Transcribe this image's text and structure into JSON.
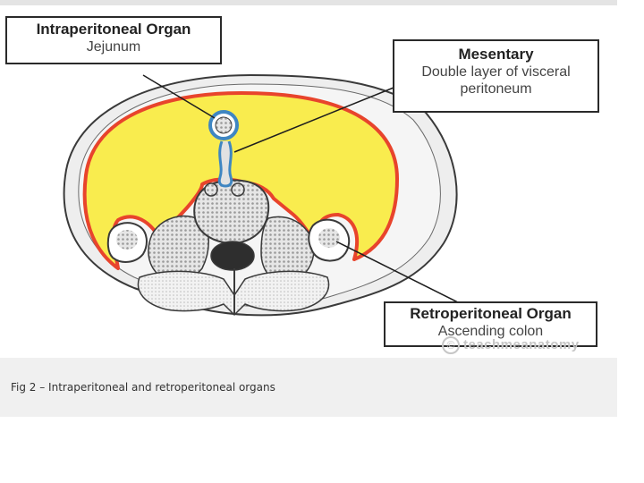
{
  "labels": {
    "intraperitoneal": {
      "title": "Intraperitoneal Organ",
      "subtitle": "Jejunum"
    },
    "mesentary": {
      "title": "Mesentary",
      "line1": "Double layer of visceral",
      "line2": "peritoneum"
    },
    "retroperitoneal": {
      "title": "Retroperitoneal Organ",
      "subtitle": "Ascending colon"
    }
  },
  "watermark": {
    "symbol": "©",
    "text": "teachmeanatomy"
  },
  "caption": "Fig 2 – Intraperitoneal and retroperitoneal organs",
  "colors": {
    "peritoneal_cavity": "#f9ec4e",
    "peritoneum": "#e8442c",
    "mesentery": "#3f86c2",
    "body_wall": "#eeeeee",
    "outline": "#3a3a3a"
  }
}
